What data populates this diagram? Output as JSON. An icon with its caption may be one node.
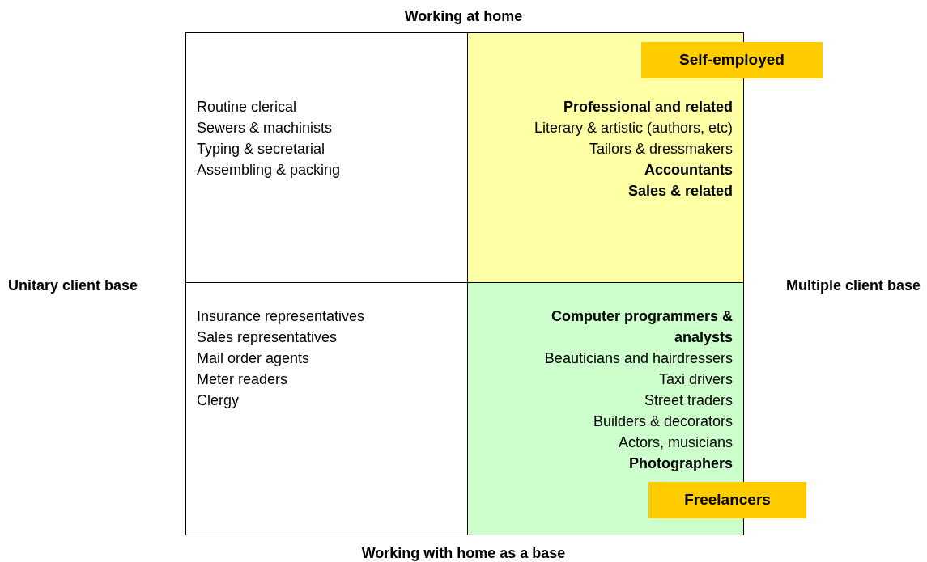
{
  "diagram": {
    "nodes": [
      {
        "text": [
          "Routine clerical",
          "Sewers & machinists",
          "Typing & secretarial",
          "Assembling & packing"
        ]
      },
      {
        "text": [
          "**Professional and related**",
          "Literary & artistic (authors, etc)",
          "Tailors & dressmakers",
          "**Accountants**",
          "**Sales & related**"
        ]
      },
      {
        "text": [
          "Insurance representatives",
          "Sales representatives",
          "Mail order agents",
          "Meter readers",
          "Clergy"
        ]
      },
      {
        "text": [
          "**Computer programmers & analysts**",
          "Beauticians and hairdressers",
          "Taxi drivers",
          "Street traders",
          "Builders & decorators",
          "Actors, musicians",
          "**Photographers**"
        ]
      },
      {
        "text": [
          "Self-employed"
        ]
      },
      {
        "text": [
          "Freelancers"
        ]
      }
    ],
    "labels": [
      "Working at home",
      "Unitary client base",
      "Multiple client base",
      "Working with home as a base"
    ]
  }
}
